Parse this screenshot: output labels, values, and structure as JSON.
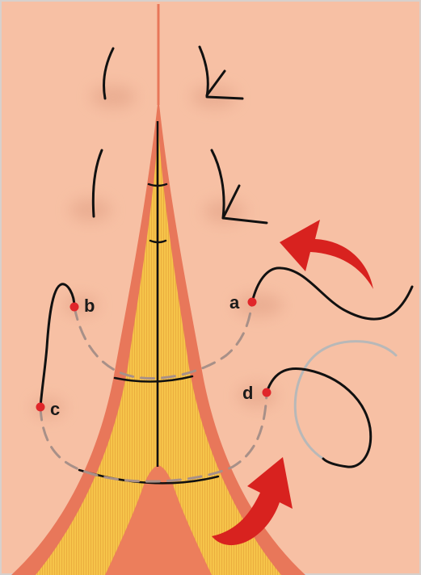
{
  "labels": {
    "a": "a",
    "b": "b",
    "c": "c",
    "d": "d"
  },
  "colors": {
    "background": "#f7c0a4",
    "outer_tissue": "#e8775a",
    "inner_layer": "#f6c44a",
    "core": "#ec7e5c",
    "suture": "#111111",
    "buried_suture": "#a89088",
    "grey_loop": "#b8b8b8",
    "point": "#e0262a",
    "arrow": "#d8221f"
  }
}
